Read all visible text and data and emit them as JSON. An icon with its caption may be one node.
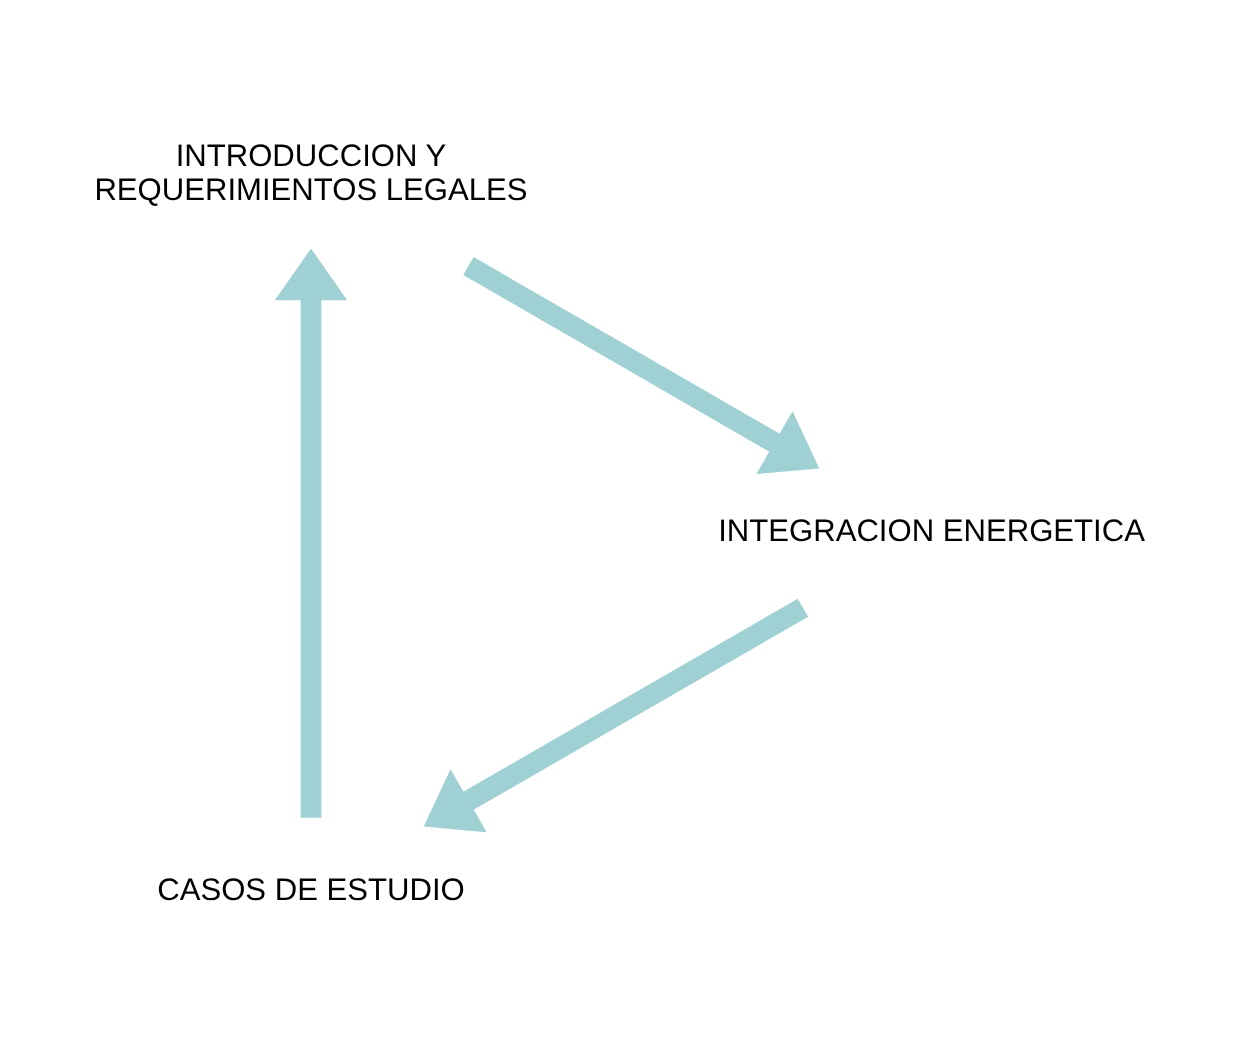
{
  "diagram": {
    "nodes": [
      {
        "text": [
          "CASOS DE ESTUDIO"
        ]
      },
      {
        "text": [
          "INTRODUCCION Y REQUERIMIENTOS LEGALES"
        ]
      },
      {
        "text": [
          "INTEGRACION ENERGETICA"
        ]
      }
    ],
    "edges": [
      {
        "from": 0,
        "to": 1,
        "arrow": "to"
      },
      {
        "from": 1,
        "to": 2,
        "arrow": "to"
      },
      {
        "from": 2,
        "to": 0,
        "arrow": "to"
      }
    ]
  }
}
